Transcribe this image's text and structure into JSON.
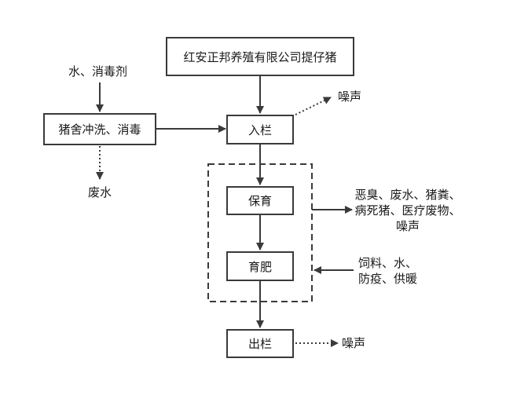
{
  "boxes": {
    "source": "红安正邦养殖有限公司提仔猪",
    "wash": "猪舍冲洗、消毒",
    "enter": "入栏",
    "nursery": "保育",
    "fattening": "育肥",
    "exit": "出栏"
  },
  "labels": {
    "water_disinfectant": "水、消毒剂",
    "wastewater": "废水",
    "noise_enter": "噪声",
    "pollutants_line1": "恶臭、废水、猪粪、",
    "pollutants_line2": "病死猪、医疗废物、",
    "pollutants_line3": "噪声",
    "inputs_line1": "饲料、水、",
    "inputs_line2": "防疫、供暖",
    "noise_exit": "噪声"
  }
}
